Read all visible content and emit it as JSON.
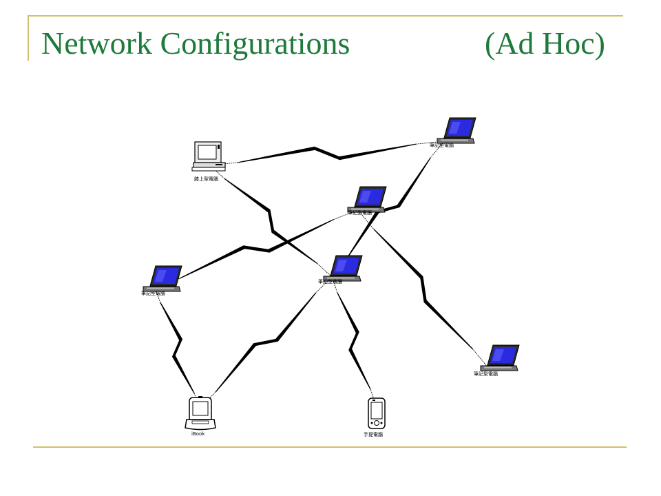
{
  "title": "Network Configurations",
  "title_suffix": "(Ad Hoc)",
  "nodes": [
    {
      "id": "desktop",
      "type": "desktop",
      "label": "膝上型電腦"
    },
    {
      "id": "laptop_top",
      "type": "laptop",
      "label": "筆記型電腦"
    },
    {
      "id": "laptop_mid",
      "type": "laptop",
      "label": "筆記型電腦"
    },
    {
      "id": "laptop_left",
      "type": "laptop",
      "label": "筆記型電腦"
    },
    {
      "id": "laptop_center",
      "type": "laptop",
      "label": "筆記型電腦"
    },
    {
      "id": "laptop_right",
      "type": "laptop",
      "label": "筆記型電腦"
    },
    {
      "id": "ibook",
      "type": "ibook",
      "label": "iBook"
    },
    {
      "id": "pda",
      "type": "pda",
      "label": "手提電腦"
    }
  ],
  "links": [
    [
      "desktop",
      "laptop_top"
    ],
    [
      "desktop",
      "laptop_center"
    ],
    [
      "laptop_top",
      "laptop_center"
    ],
    [
      "laptop_mid",
      "laptop_left"
    ],
    [
      "laptop_mid",
      "laptop_right"
    ],
    [
      "laptop_left",
      "ibook"
    ],
    [
      "laptop_center",
      "ibook"
    ],
    [
      "laptop_center",
      "pda"
    ]
  ],
  "colors": {
    "title": "#1e7a3a",
    "frame": "#d4c06a",
    "screen": "#2a2ae0"
  }
}
